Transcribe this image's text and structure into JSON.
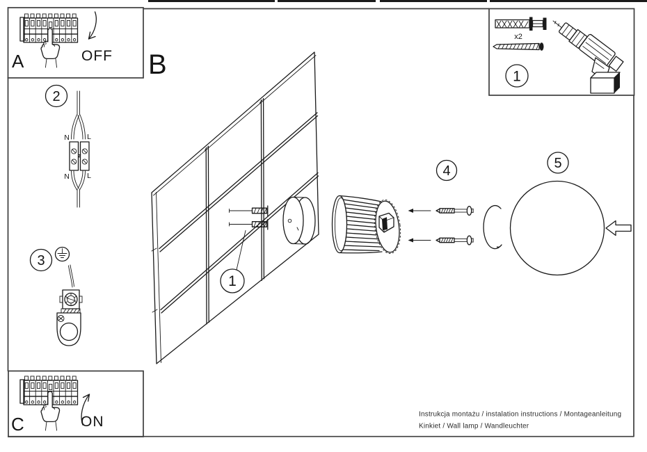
{
  "colors": {
    "ink": "#1a1a1a",
    "paper": "#ffffff",
    "frame": "#3d3d3d"
  },
  "panel_a": {
    "label": "A",
    "switch_state": "OFF"
  },
  "panel_c": {
    "label": "C",
    "switch_state": "ON"
  },
  "main": {
    "label": "B"
  },
  "tools_box": {
    "step_number": "1",
    "anchor_quantity": "x2"
  },
  "steps": {
    "wall_mount": "1",
    "wiring": "2",
    "ground": "3",
    "screws": "4",
    "globe": "5"
  },
  "wiring_labels": {
    "neutral_top": "N",
    "line_top": "L",
    "neutral_bottom": "N",
    "line_bottom": "L"
  },
  "footer": {
    "line1": "Instrukcja montażu / instalation instructions / Montageanleitung",
    "line2": "Kinkiet / Wall lamp / Wandleuchter"
  }
}
